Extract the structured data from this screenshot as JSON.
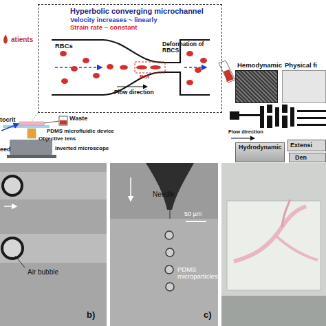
{
  "diagram": {
    "nodes": [
      {
        "text": [
          "Hyperbolic converging microchannel",
          "Velocity increases ~ linearly",
          "Strain rate ~ constant"
        ]
      },
      {
        "text": [
          "Hemodynamic"
        ]
      },
      {
        "text": [
          "Physical fi"
        ]
      },
      {
        "text": [
          "Hydrodynamic"
        ]
      },
      {
        "text": [
          "Extensi"
        ]
      },
      {
        "text": [
          "Den"
        ]
      },
      {
        "text": [
          "Air bubble",
          "b)"
        ]
      },
      {
        "text": [
          "Needle",
          "50 µm",
          "PDMS microparticles",
          "c)"
        ]
      }
    ],
    "labels": [
      "atients",
      "RBCs",
      "Deformation of RBCS",
      "ROI",
      "Flow direction",
      "tocrit",
      "Waste",
      "PDMS microfluidic device",
      "Objective lens",
      "eed",
      "Inverted microscope",
      "Flow direction"
    ]
  }
}
